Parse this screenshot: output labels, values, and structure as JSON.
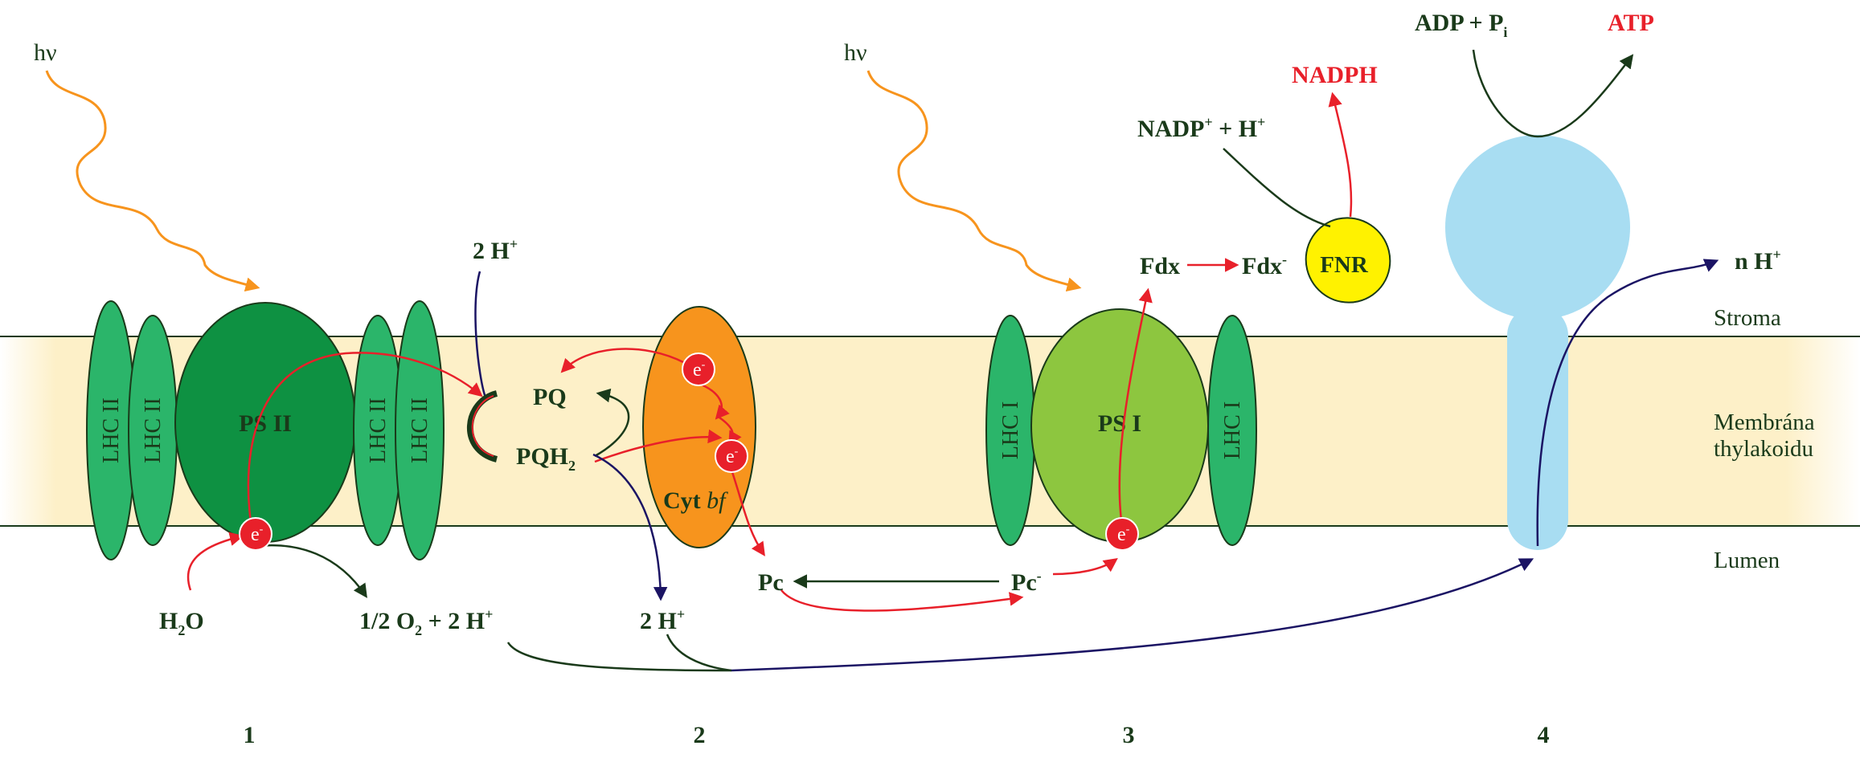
{
  "colors": {
    "membrane": "#fdf0c8",
    "lhc": "#2bb56a",
    "ps2": "#0e9142",
    "ps1": "#8dc63f",
    "cyt": "#f7941d",
    "fnr": "#fff200",
    "atp_synthase": "#a8ddf2",
    "electron": "#e8202a",
    "photon": "#f7941d",
    "proton_arrow": "#1b1464",
    "text_dark": "#1a3a1a",
    "text_red": "#e8202a"
  },
  "light": {
    "hv_1": "hν",
    "hv_2": "hν"
  },
  "regions": {
    "stroma": "Stroma",
    "membrane_1": "Membrána",
    "membrane_2": "thylakoidu",
    "lumen": "Lumen"
  },
  "complexes": {
    "lhc2": "LHC II",
    "lhc1": "LHC I",
    "ps2": "PS II",
    "ps1": "PS I",
    "cyt_main": "Cyt ",
    "cyt_italic": "bf",
    "fnr": "FNR"
  },
  "electron": {
    "symbol": "e",
    "sup": "-"
  },
  "molecules": {
    "h2o_h": "H",
    "h2o_sub": "2",
    "h2o_o": "O",
    "o2_a": "1/2 O",
    "o2_sub": "2",
    "o2_b": " + 2 H",
    "o2_sup": "+",
    "pq": "PQ",
    "pqh2": "PQH",
    "pqh2_sub": "2",
    "h2_top": "2 H",
    "h2_top_sup": "+",
    "h2_lumen": "2 H",
    "h2_lumen_sup": "+",
    "pc": "Pc",
    "pc_minus": "Pc",
    "pc_minus_sup": "-",
    "fdx": "Fdx",
    "fdx_minus": "Fdx",
    "fdx_minus_sup": "-",
    "nadp_a": "NADP",
    "nadp_sup": "+",
    "nadp_b": " + H",
    "nadp_sup2": "+",
    "nadph": "NADPH",
    "adp_a": "ADP + P",
    "adp_sub": "i",
    "atp": "ATP",
    "nh": "n H",
    "nh_sup": "+"
  },
  "steps": [
    "1",
    "2",
    "3",
    "4"
  ]
}
